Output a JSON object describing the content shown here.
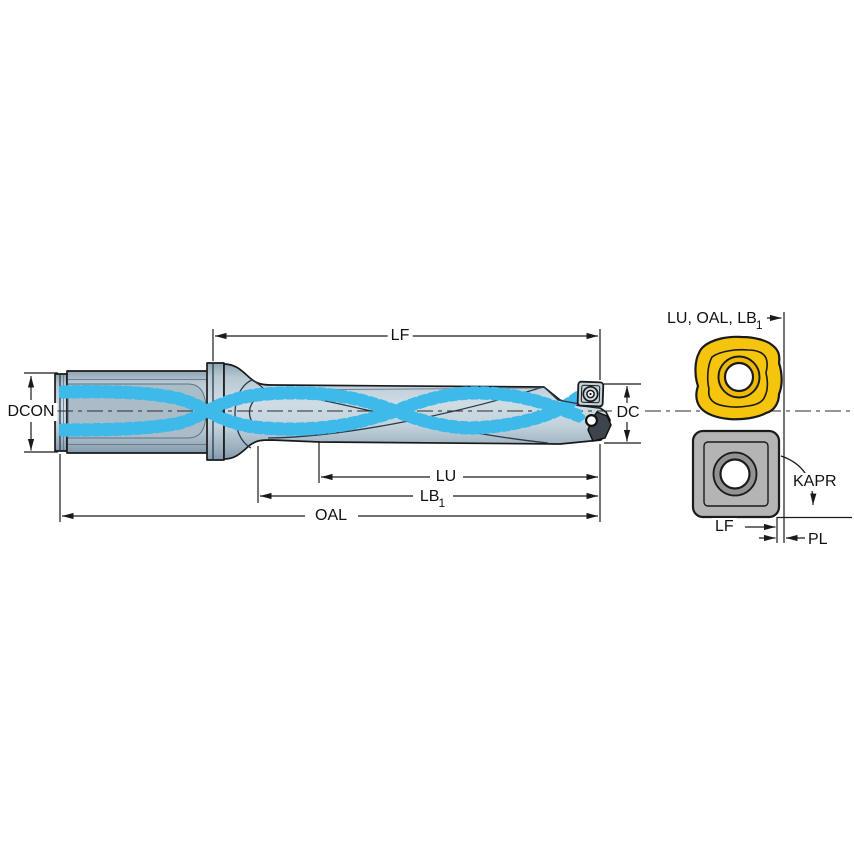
{
  "labels": {
    "dcon": "DCON",
    "lf": "LF",
    "dc": "DC",
    "lu": "LU",
    "lb1": {
      "text": "LB",
      "sub": "1"
    },
    "oal": "OAL",
    "insert_ref": {
      "text": "LU, OAL, LB",
      "sub": "1"
    },
    "kapr": "KAPR",
    "lf_insert": "LF",
    "pl": "PL"
  },
  "colors": {
    "line": "#1a1a1a",
    "bodyLight": "#cfdce4",
    "bodyMid": "#b7c8d3",
    "bodyDark": "#8ea4b3",
    "bore": "#a9bcc8",
    "coolant": "#3db9ea",
    "coolantEdge": "#0e5d82",
    "insertYellow": "#f5c40c",
    "insertYellowRing": "#eeb906",
    "insertGray": "#b4b4b4",
    "insertGrayRing": "#929292",
    "screwFace": "#cdd9e1",
    "tipDark": "#3d444b"
  }
}
